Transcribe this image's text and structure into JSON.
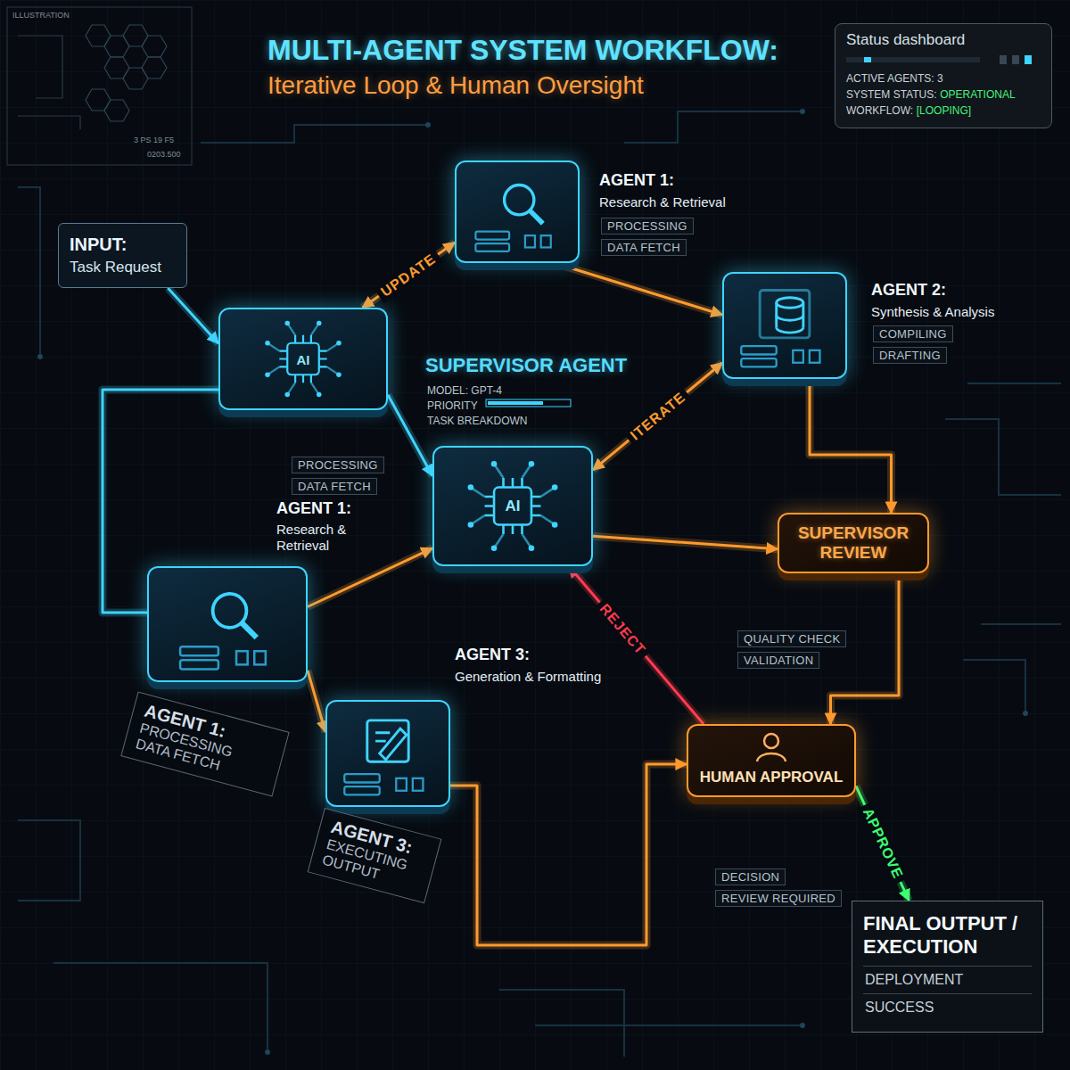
{
  "diagram": {
    "title": "MULTI-AGENT SYSTEM WORKFLOW:",
    "nodes": [
      {
        "text": [
          "Status dashboard",
          "ACTIVE AGENTS: 3",
          "SYSTEM STATUS:",
          "OPERATIONAL",
          "WORKFLOW:",
          "[LOOPING]"
        ]
      },
      {
        "text": [
          "AGENT 1:",
          "Research & Retrieval",
          "PROCESSING",
          "DATA FETCH"
        ]
      },
      {
        "text": [
          "INPUT:",
          "Task Request"
        ]
      },
      {
        "text": [
          "AI",
          "SUPERVISOR AGENT",
          "MODEL: GPT-4",
          "PRIORITY",
          "TASK BREAKDOWN",
          "PROCESSING",
          "DATA FETCH"
        ]
      },
      {
        "text": [
          "AGENT 2:",
          "Synthesis & Analysis",
          "COMPILING",
          "DRAFTING"
        ]
      },
      {
        "text": [
          "AI"
        ]
      },
      {
        "text": [
          "SUPERVISOR REVIEW",
          "QUALITY CHECK",
          "VALIDATION"
        ]
      },
      {
        "text": [
          "AGENT 1:",
          "Research & Retrieval",
          "AGENT 1:",
          "PROCESSING",
          "DATA FETCH"
        ]
      },
      {
        "text": [
          "AGENT 3:",
          "Generation & Formatting",
          "AGENT 3:",
          "EXECUTING",
          "OUTPUT"
        ]
      },
      {
        "text": [
          "HUMAN APPROVAL",
          "DECISION",
          "REVIEW REQUIRED"
        ]
      },
      {
        "text": [
          "FINAL OUTPUT / EXECUTION",
          "DEPLOYMENT",
          "SUCCESS"
        ]
      }
    ],
    "edges": [
      {
        "from": 2,
        "to": 3,
        "arrow": "to"
      },
      {
        "from": 3,
        "to": 1,
        "label": "UPDATE",
        "arrow": "both"
      },
      {
        "from": 1,
        "to": 4,
        "arrow": "to"
      },
      {
        "from": 4,
        "to": 5,
        "label": "ITERATE",
        "arrow": "both"
      },
      {
        "from": 3,
        "to": 5,
        "arrow": "to"
      },
      {
        "from": 4,
        "to": 6,
        "arrow": "to"
      },
      {
        "from": 5,
        "to": 6,
        "arrow": "to"
      },
      {
        "from": 6,
        "to": 9,
        "arrow": "to"
      },
      {
        "from": 9,
        "to": 5,
        "label": "REJECT",
        "arrow": "to"
      },
      {
        "from": 9,
        "to": 10,
        "label": "APPROVE",
        "arrow": "to"
      },
      {
        "from": 7,
        "to": 8,
        "arrow": "to"
      },
      {
        "from": 3,
        "to": 7,
        "arrow": "none"
      },
      {
        "from": 7,
        "to": 5,
        "arrow": "to"
      },
      {
        "from": 8,
        "to": 9,
        "arrow": "to"
      }
    ],
    "labels": [
      "Iterative Loop & Human Oversight",
      "ILLUSTRATION",
      "3 PS 19 F5",
      "0203.500"
    ]
  }
}
